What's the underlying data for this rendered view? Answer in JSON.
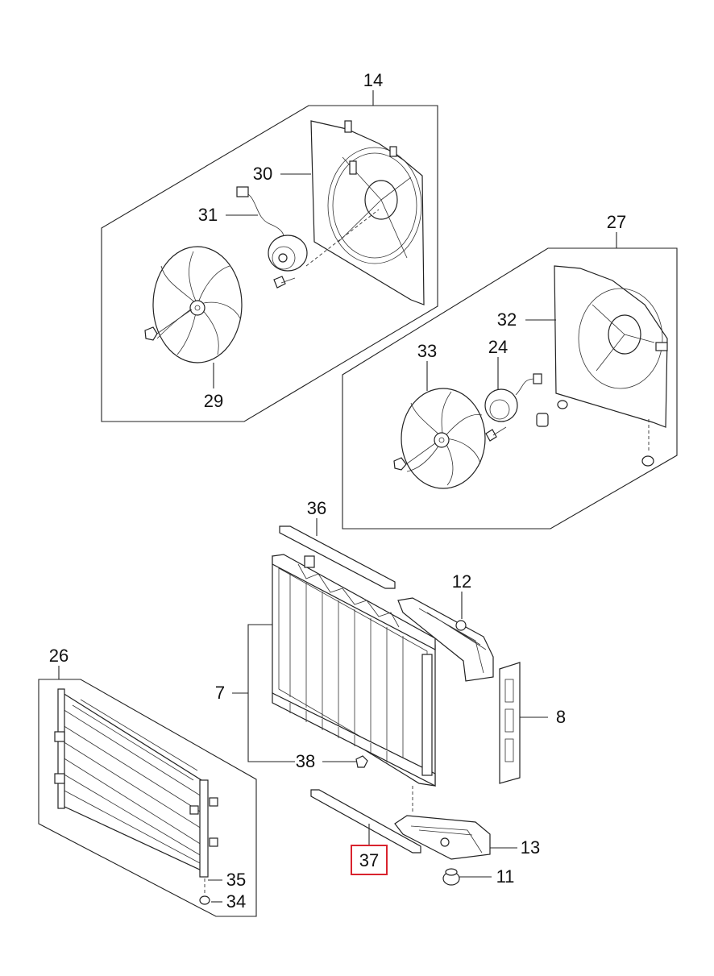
{
  "callouts": {
    "c14": "14",
    "c30": "30",
    "c31": "31",
    "c29": "29",
    "c27": "27",
    "c32": "32",
    "c33": "33",
    "c24": "24",
    "c36": "36",
    "c12": "12",
    "c7": "7",
    "c8": "8",
    "c26": "26",
    "c38": "38",
    "c37": "37",
    "c13": "13",
    "c11": "11",
    "c35": "35",
    "c34": "34"
  },
  "highlight": {
    "callout": "37",
    "color": "#d9232e"
  },
  "colors": {
    "line": "#222222",
    "background": "#ffffff"
  }
}
